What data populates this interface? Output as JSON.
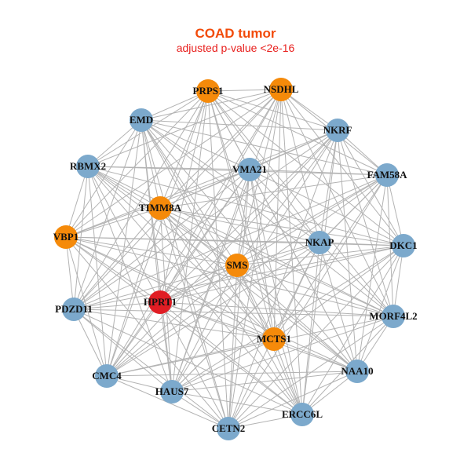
{
  "figure": {
    "title": "COAD tumor",
    "subtitle": "adjusted p-value <2e-16"
  },
  "colors": {
    "blue": "#7ca9cc",
    "orange": "#f58a0a",
    "red": "#e01d24",
    "edge": "#b3b3b3"
  },
  "nodes": [
    {
      "id": "PRPS1",
      "label": "PRPS1",
      "color": "orange"
    },
    {
      "id": "NSDHL",
      "label": "NSDHL",
      "color": "orange"
    },
    {
      "id": "EMD",
      "label": "EMD",
      "color": "blue"
    },
    {
      "id": "NKRF",
      "label": "NKRF",
      "color": "blue"
    },
    {
      "id": "RBMX2",
      "label": "RBMX2",
      "color": "blue"
    },
    {
      "id": "VMA21",
      "label": "VMA21",
      "color": "blue"
    },
    {
      "id": "FAM58A",
      "label": "FAM58A",
      "color": "blue"
    },
    {
      "id": "TIMM8A",
      "label": "TIMM8A",
      "color": "orange"
    },
    {
      "id": "VBP1",
      "label": "VBP1",
      "color": "orange"
    },
    {
      "id": "NKAP",
      "label": "NKAP",
      "color": "blue"
    },
    {
      "id": "DKC1",
      "label": "DKC1",
      "color": "blue"
    },
    {
      "id": "SMS",
      "label": "SMS",
      "color": "orange"
    },
    {
      "id": "PDZD11",
      "label": "PDZD11",
      "color": "blue"
    },
    {
      "id": "HPRT1",
      "label": "HPRT1",
      "color": "red"
    },
    {
      "id": "MORF4L2",
      "label": "MORF4L2",
      "color": "blue"
    },
    {
      "id": "MCTS1",
      "label": "MCTS1",
      "color": "orange"
    },
    {
      "id": "NAA10",
      "label": "NAA10",
      "color": "blue"
    },
    {
      "id": "CMC4",
      "label": "CMC4",
      "color": "blue"
    },
    {
      "id": "HAUS7",
      "label": "HAUS7",
      "color": "blue"
    },
    {
      "id": "ERCC6L",
      "label": "ERCC6L",
      "color": "blue"
    },
    {
      "id": "CETN2",
      "label": "CETN2",
      "color": "blue"
    }
  ]
}
